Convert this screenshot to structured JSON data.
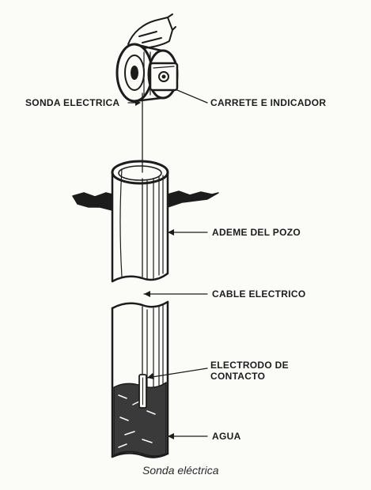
{
  "labels": {
    "probe": "SONDA ELECTRICA",
    "reel": "CARRETE E INDICADOR",
    "casing": "ADEME DEL POZO",
    "cable": "CABLE ELECTRICO",
    "electrode_line1": "ELECTRODO DE",
    "electrode_line2": "CONTACTO",
    "water": "AGUA"
  },
  "caption": "Sonda eléctrica",
  "colors": {
    "ink": "#1c1c1c",
    "paper": "#fbfbf8",
    "water": "#3a3a3a"
  }
}
